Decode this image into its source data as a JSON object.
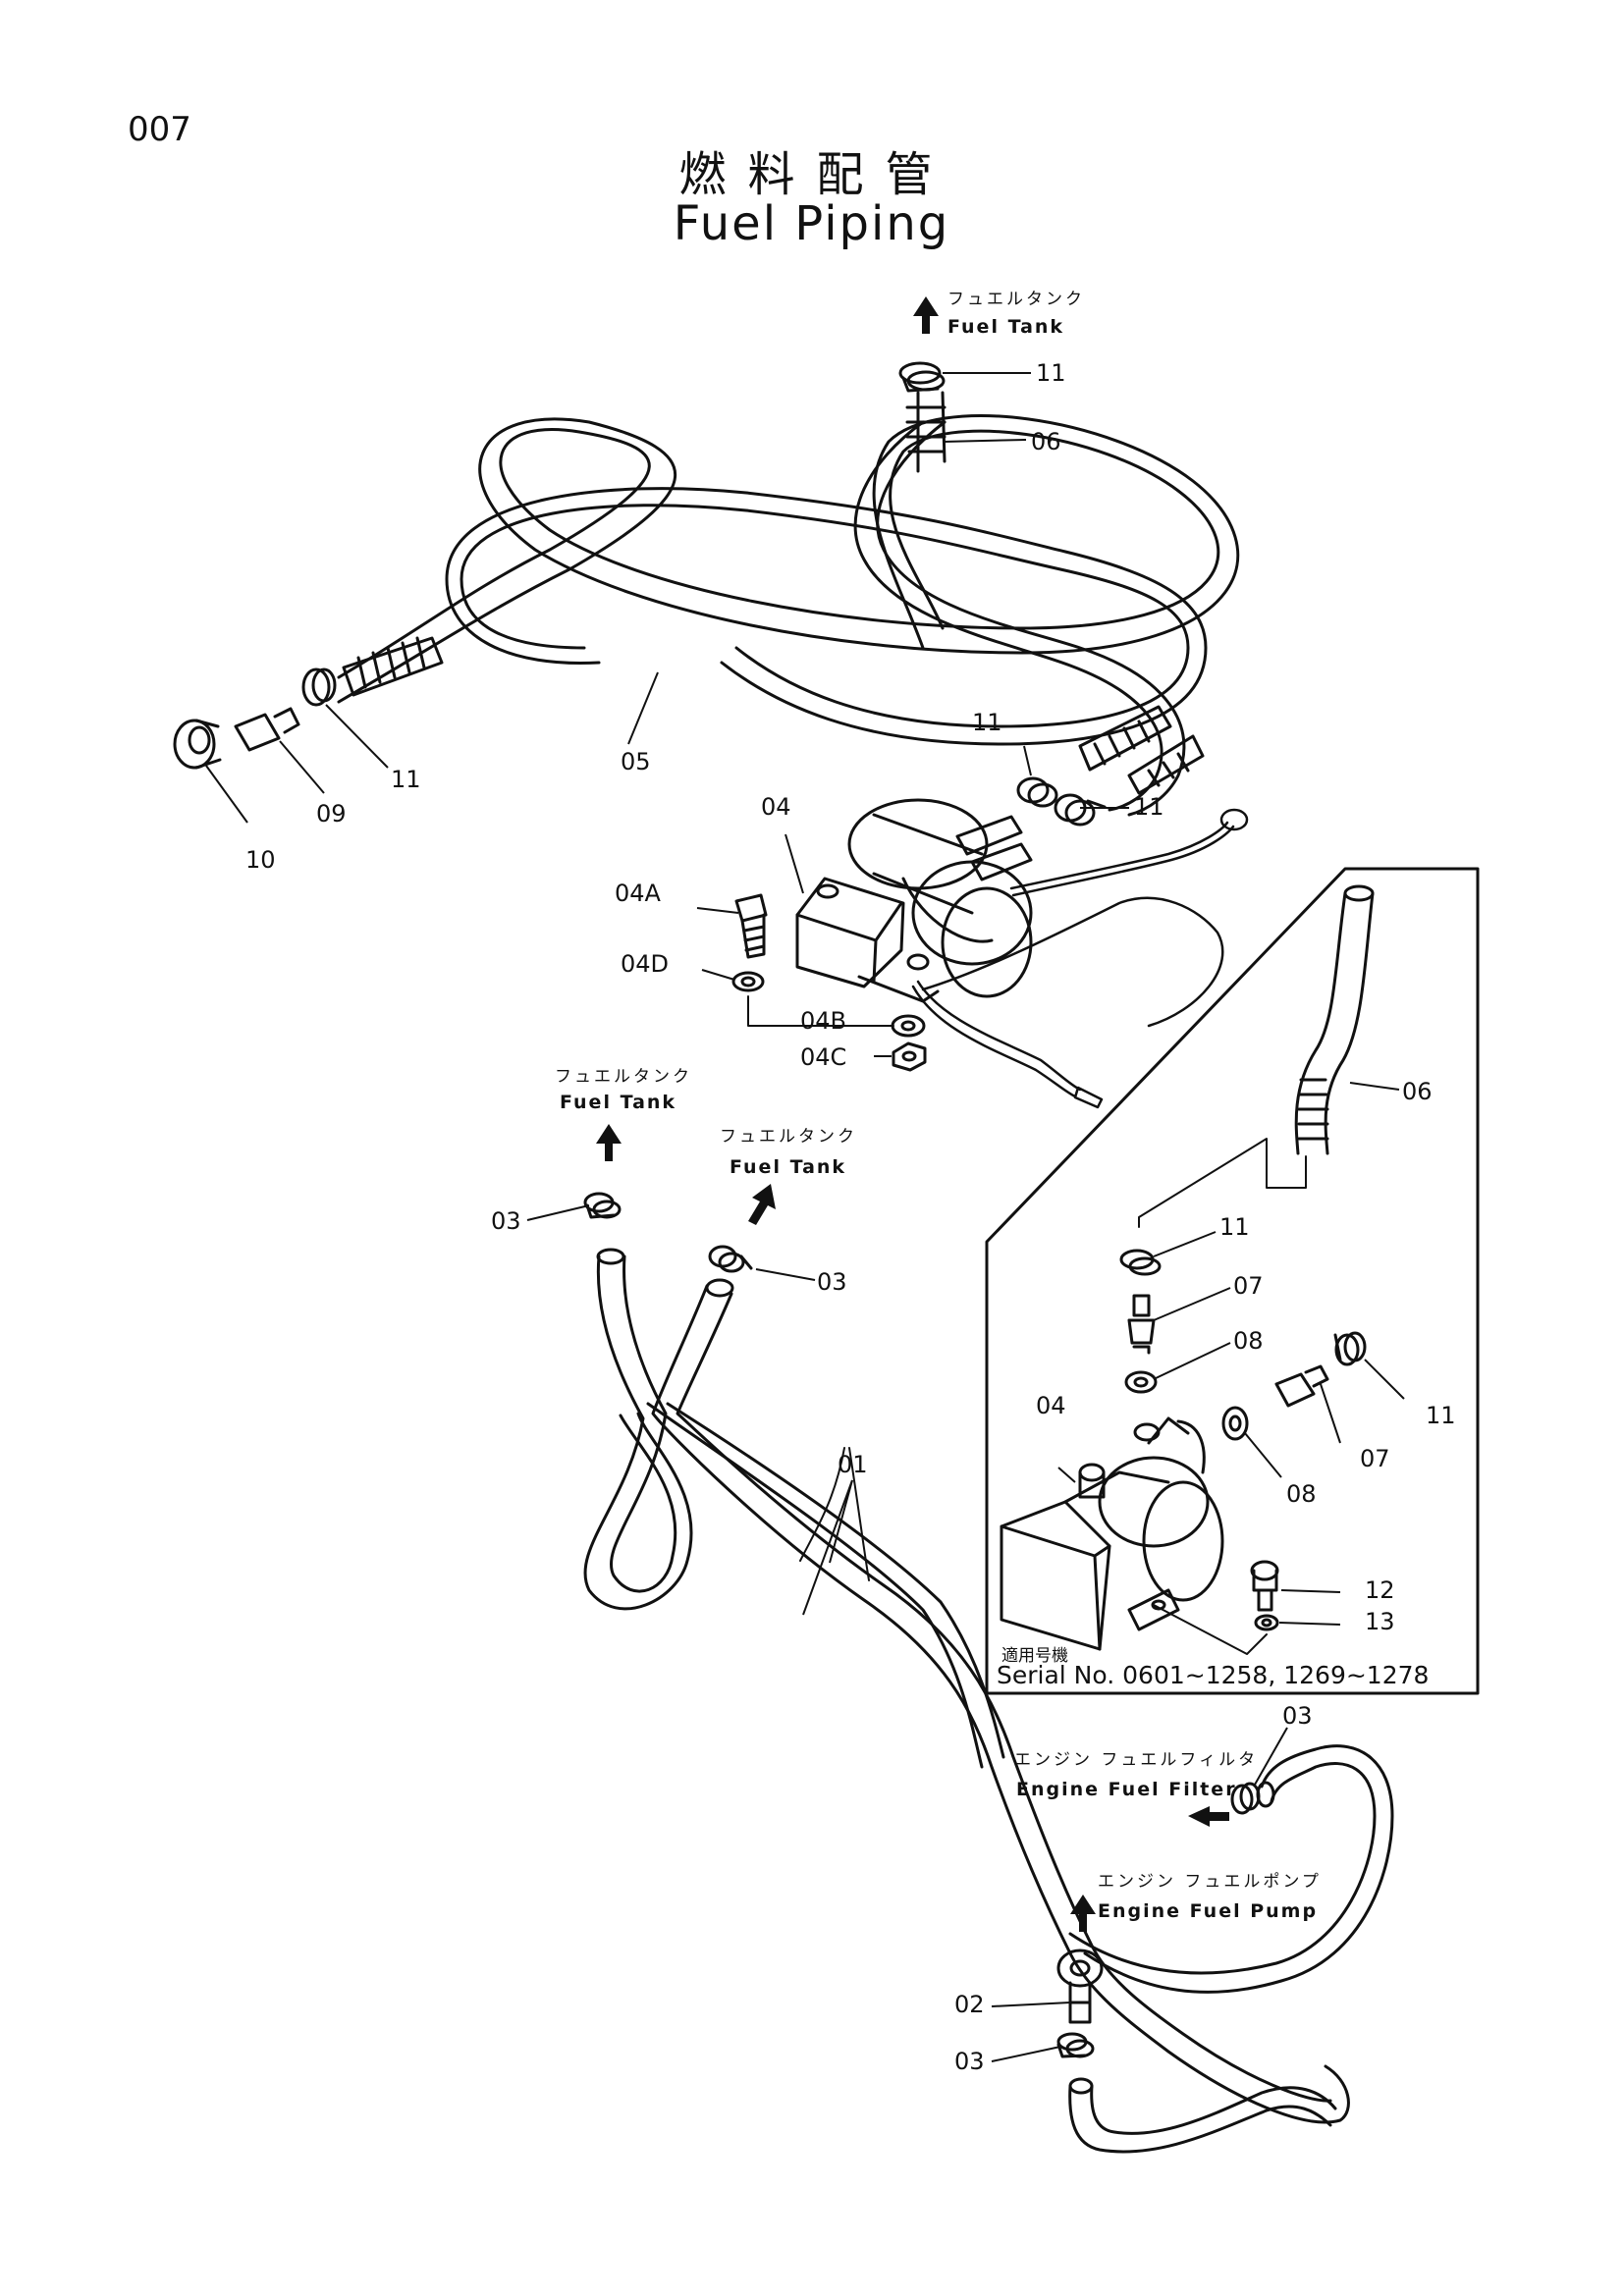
{
  "page": {
    "number": "007",
    "title_jp": "燃料配管",
    "title_en": "Fuel Piping"
  },
  "destinations": {
    "fuel_tank_top": {
      "jp": "フュエルタンク",
      "en": "Fuel Tank"
    },
    "fuel_tank_left": {
      "jp": "フュエルタンク",
      "en": "Fuel Tank"
    },
    "fuel_tank_mid": {
      "jp": "フュエルタンク",
      "en": "Fuel Tank"
    },
    "engine_fuel_filter": {
      "jp": "エンジン フュエルフィルタ",
      "en": "Engine Fuel Filter"
    },
    "engine_fuel_pump": {
      "jp": "エンジン フュエルポンプ",
      "en": "Engine Fuel Pump"
    }
  },
  "inset": {
    "serial_jp": "適用号機",
    "serial_en": "Serial No. 0601~1258, 1269~1278"
  },
  "callouts": {
    "c11_top": "11",
    "c06_top": "06",
    "c11_left": "11",
    "c05": "05",
    "c09": "09",
    "c10": "10",
    "c11_mid": "11",
    "c11_mid2": "11",
    "c04": "04",
    "c04a": "04A",
    "c04d": "04D",
    "c04b": "04B",
    "c04c": "04C",
    "c03_left": "03",
    "c03_mid": "03",
    "c01": "01",
    "c03_right": "03",
    "c02": "02",
    "c03_bottom": "03",
    "i06": "06",
    "i11": "11",
    "i07": "07",
    "i08": "08",
    "i04": "04",
    "i11b": "11",
    "i07b": "07",
    "i08b": "08",
    "i12": "12",
    "i13": "13"
  }
}
